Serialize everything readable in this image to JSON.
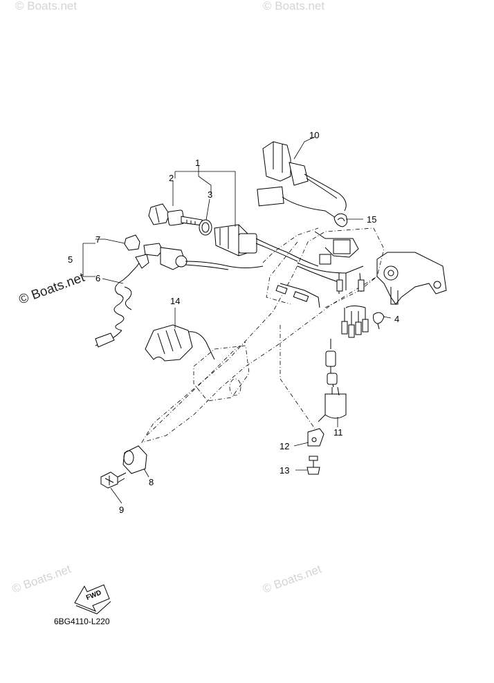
{
  "watermark": {
    "text": "© Boats.net",
    "side_text": "© Boats.net"
  },
  "diagram": {
    "code": "6BG4110-L220",
    "fwd_label": "FWD",
    "callouts": [
      "1",
      "2",
      "3",
      "4",
      "5",
      "6",
      "7",
      "8",
      "9",
      "10",
      "11",
      "12",
      "13",
      "14",
      "15"
    ]
  }
}
